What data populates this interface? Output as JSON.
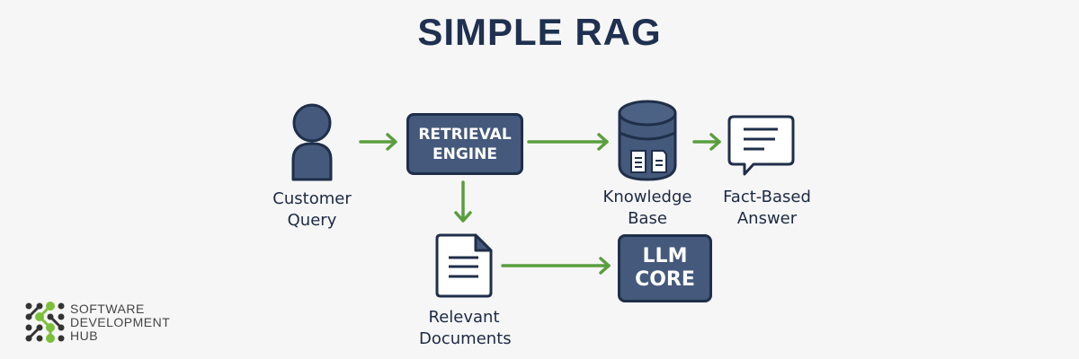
{
  "title": "SIMPLE RAG",
  "nodes": {
    "customer_query": {
      "line1": "Customer",
      "line2": "Query",
      "icon": "user-icon"
    },
    "retrieval_engine": {
      "line1": "RETRIEVAL",
      "line2": "ENGINE"
    },
    "knowledge_base": {
      "line1": "Knowledge",
      "line2": "Base",
      "icon": "database-icon"
    },
    "fact_based_answer": {
      "line1": "Fact-Based",
      "line2": "Answer",
      "icon": "chat-bubble-icon"
    },
    "relevant_documents": {
      "line1": "Relevant",
      "line2": "Documents",
      "icon": "document-icon"
    },
    "llm_core": {
      "line1": "LLM",
      "line2": "CORE"
    }
  },
  "edges": [
    {
      "from": "customer_query",
      "to": "retrieval_engine"
    },
    {
      "from": "retrieval_engine",
      "to": "knowledge_base"
    },
    {
      "from": "knowledge_base",
      "to": "fact_based_answer"
    },
    {
      "from": "retrieval_engine",
      "to": "relevant_documents"
    },
    {
      "from": "relevant_documents",
      "to": "llm_core"
    }
  ],
  "colors": {
    "primary": "#44597b",
    "outline": "#1f2f4a",
    "arrow": "#5a9e3e",
    "background": "#f6f6f6"
  },
  "logo": {
    "line1": "SOFTWARE",
    "line2": "DEVELOPMENT",
    "line3": "HUB"
  }
}
